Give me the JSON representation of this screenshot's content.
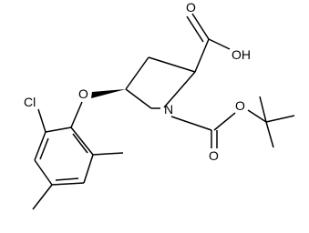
{
  "molecule": {
    "atoms": {
      "cl": "Cl",
      "o_ether": "O",
      "n": "N",
      "o_acid_dbl": "O",
      "oh_acid": "OH",
      "o_boc_dbl": "O",
      "o_boc_ester": "O"
    },
    "colors": {
      "bond": "#000000",
      "label": "#000000",
      "background": "#ffffff"
    }
  }
}
